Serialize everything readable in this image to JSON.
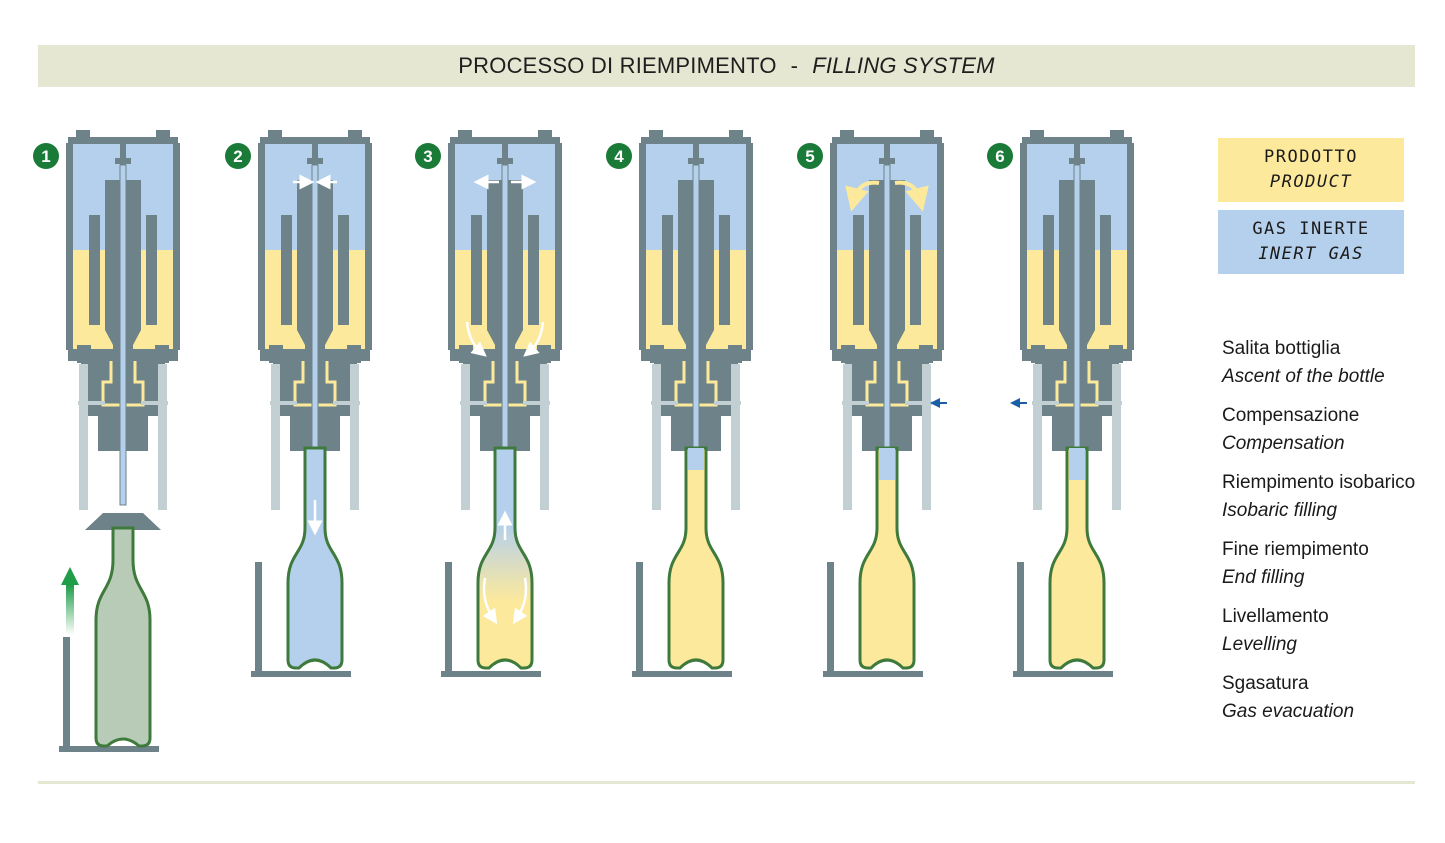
{
  "title": {
    "it": "PROCESSO DI RIEMPIMENTO",
    "separator": "-",
    "en": "FILLING SYSTEM"
  },
  "legend": {
    "product": {
      "it": "PRODOTTO",
      "en": "PRODUCT",
      "color": "#fde99b"
    },
    "gas": {
      "it": "GAS INERTE",
      "en": "INERT GAS",
      "color": "#b5d0ec"
    }
  },
  "steps": [
    {
      "num": "1",
      "it": "Salita bottiglia",
      "en": "Ascent of the bottle"
    },
    {
      "num": "2",
      "it": "Compensazione",
      "en": "Compensation"
    },
    {
      "num": "3",
      "it": "Riempimento isobarico",
      "en": "Isobaric filling"
    },
    {
      "num": "4",
      "it": "Fine riempimento",
      "en": "End filling"
    },
    {
      "num": "5",
      "it": "Livellamento",
      "en": "Levelling"
    },
    {
      "num": "6",
      "it": "Sgasatura",
      "en": "Gas evacuation"
    }
  ],
  "colors": {
    "machine": "#6d8389",
    "machine_light": "#c2cfd3",
    "bottle_outline": "#3e7a3c",
    "empty_bottle": "#b8cbb7",
    "badge": "#1a7a37",
    "arrow_blue": "#1a5ea6",
    "arrow_green": "#1f9d49"
  }
}
